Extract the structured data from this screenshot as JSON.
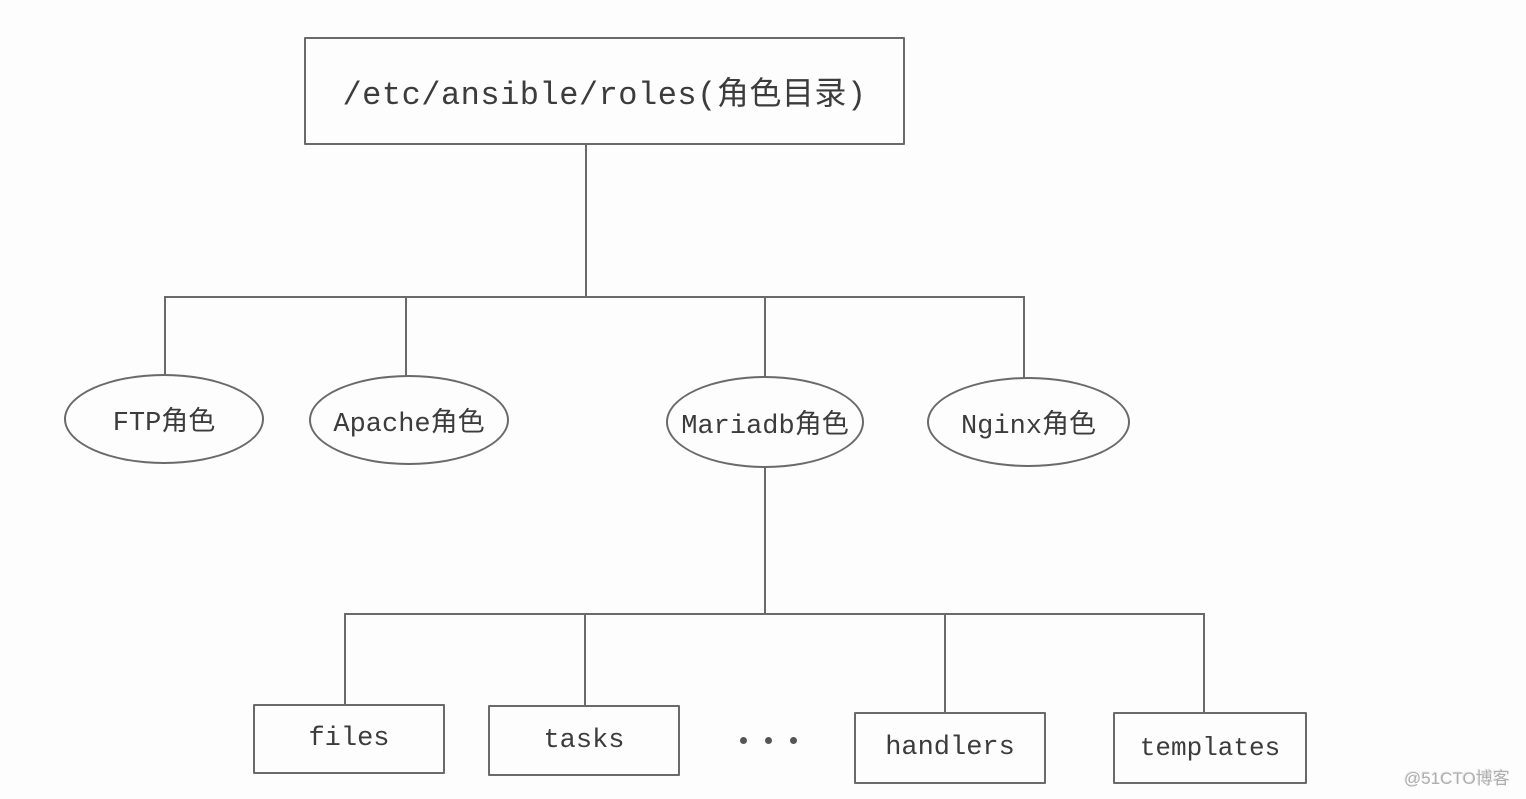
{
  "diagram": {
    "title": "Ansible roles directory tree",
    "root": {
      "label": "/etc/ansible/roles(角色目录)"
    },
    "roles": [
      {
        "id": "ftp",
        "label": "FTP角色"
      },
      {
        "id": "apache",
        "label": "Apache角色"
      },
      {
        "id": "mariadb",
        "label": "Mariadb角色"
      },
      {
        "id": "nginx",
        "label": "Nginx角色"
      }
    ],
    "mariadb_children": [
      {
        "id": "files",
        "label": "files"
      },
      {
        "id": "tasks",
        "label": "tasks"
      },
      {
        "id": "handlers",
        "label": "handlers"
      },
      {
        "id": "templates",
        "label": "templates"
      }
    ],
    "ellipsis_icon": "three-dots",
    "watermark": "@51CTO博客",
    "colors": {
      "background": "#fdfdfd",
      "line": "#6a6a6a",
      "text": "#3c3c3c",
      "watermark": "#aeaeae"
    }
  }
}
